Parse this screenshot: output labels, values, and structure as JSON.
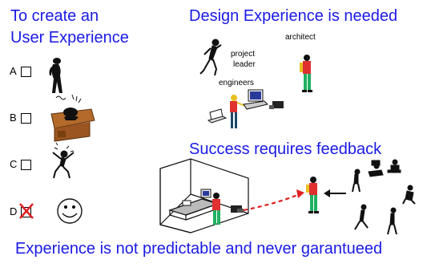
{
  "left_heading": [
    "To create an",
    "User Experience"
  ],
  "top_right_heading": "Design Experience is needed",
  "mid_right_heading": "Success requires feedback",
  "bottom_heading": "Experience is not predictable and never garantueed",
  "labels": {
    "project_leader": [
      "project",
      "leader"
    ],
    "architect": "architect",
    "engineers": "engineers"
  },
  "options": [
    {
      "letter": "A",
      "state": "unchecked",
      "figure": "bored-person-icon"
    },
    {
      "letter": "B",
      "state": "unchecked",
      "figure": "frustrated-at-desk-icon"
    },
    {
      "letter": "C",
      "state": "unchecked",
      "figure": "angry-jumping-person-icon"
    },
    {
      "letter": "D",
      "state": "crossed",
      "figure": "smiley-face-icon"
    }
  ],
  "colors": {
    "heading": "#1a1ae6",
    "cross": "#e02020",
    "feedback_arrow": "#e02020",
    "shirt_red": "#e03030",
    "shirt_yellow": "#e8c020",
    "pants_green": "#20b060",
    "desk_brown": "#b36a2a"
  }
}
